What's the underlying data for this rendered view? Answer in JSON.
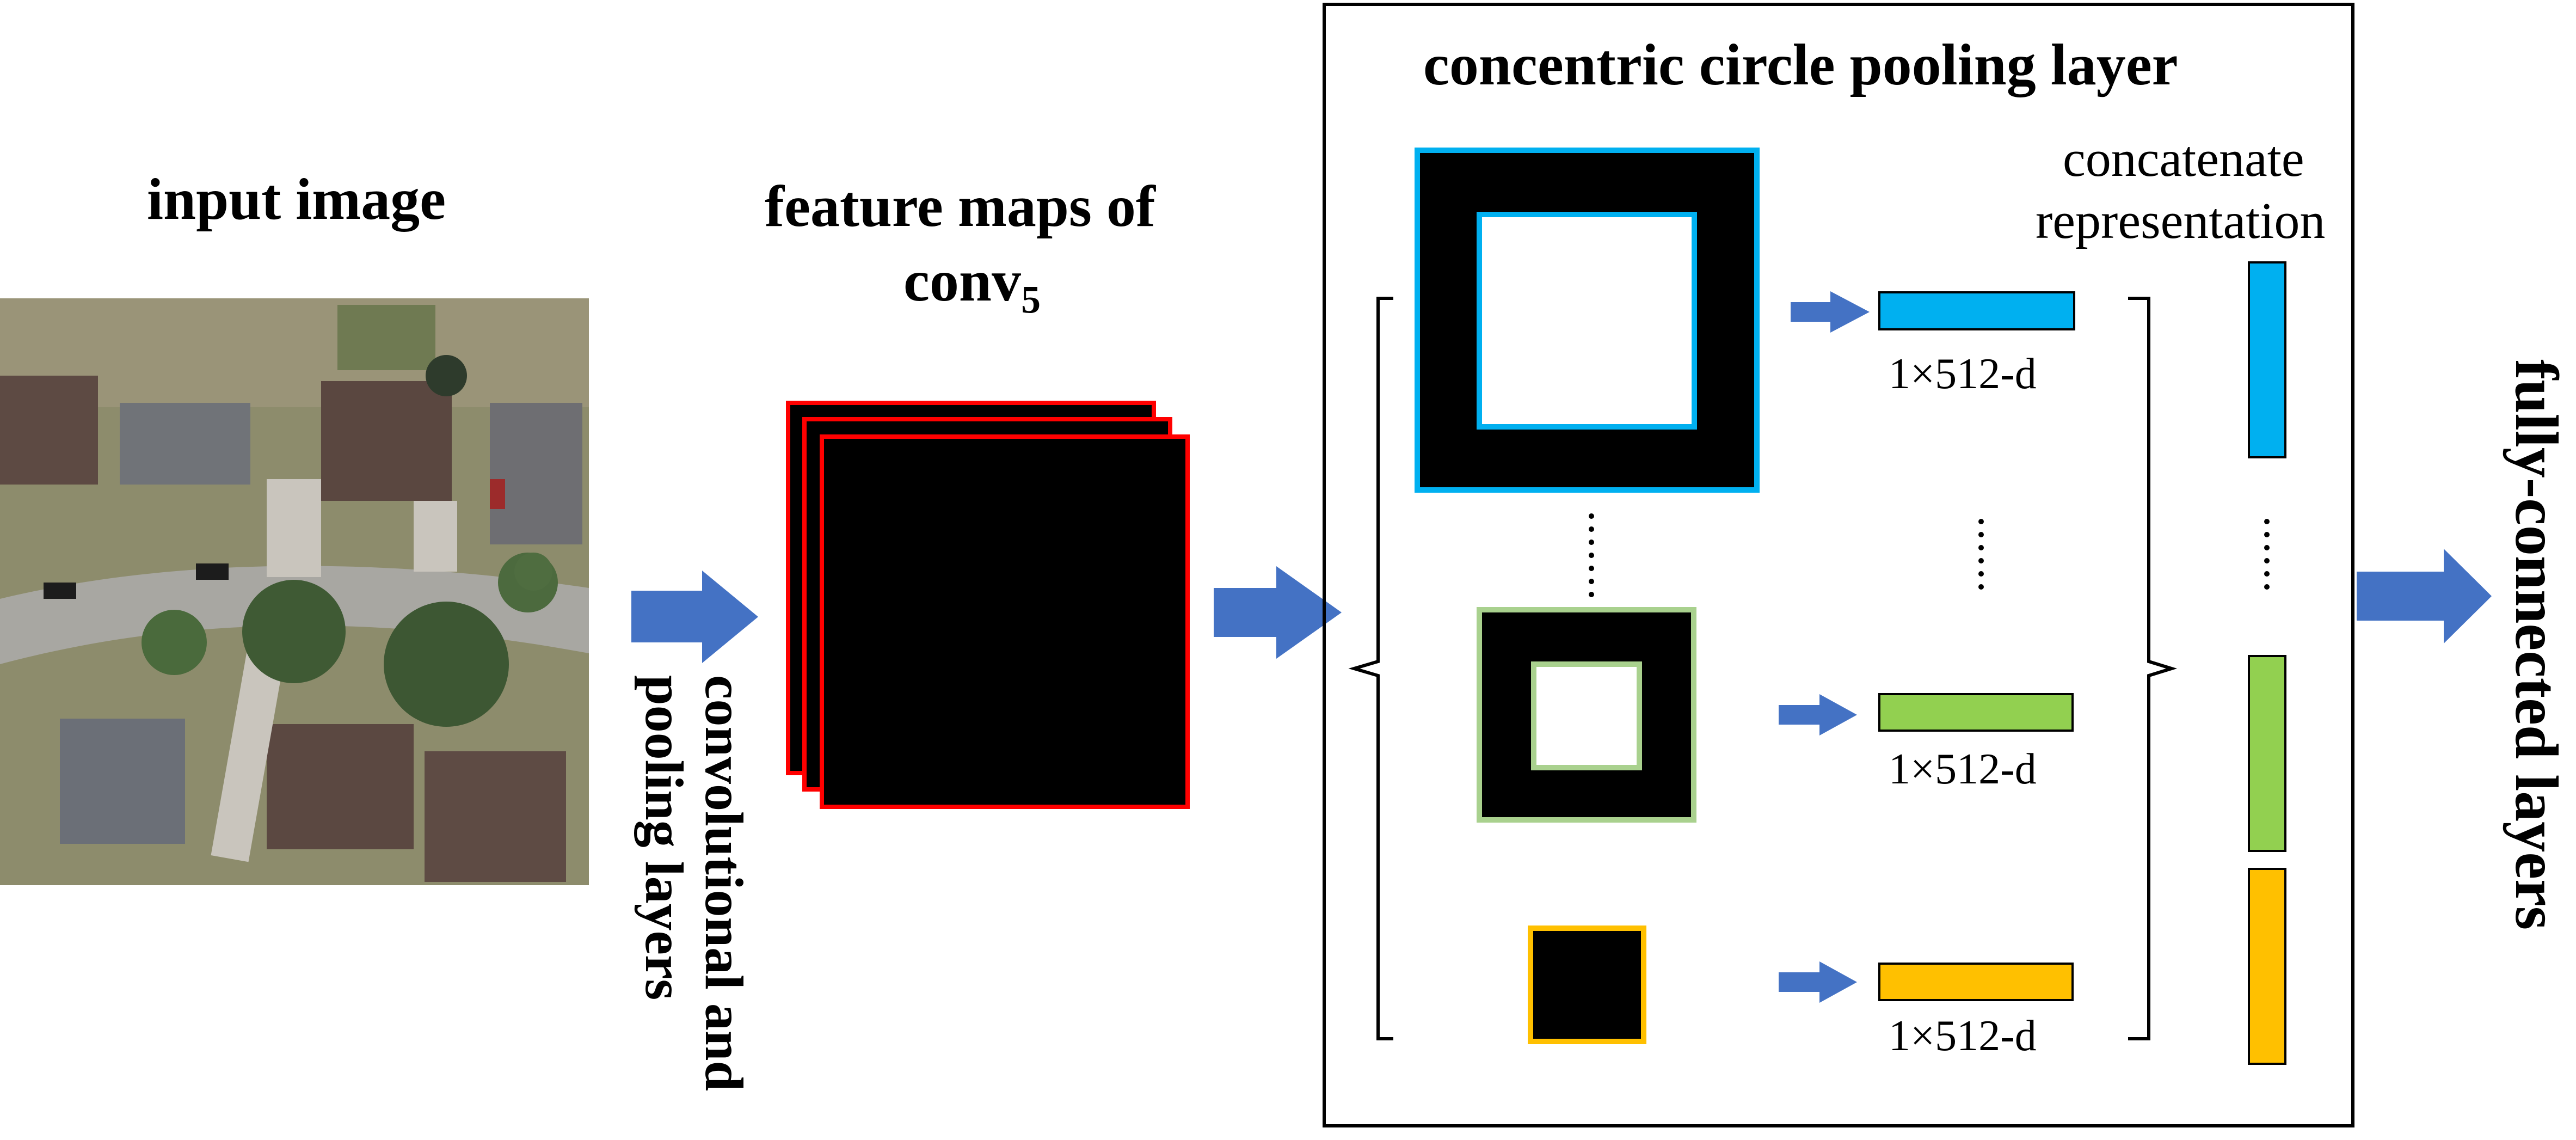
{
  "input": {
    "title": "input image"
  },
  "features": {
    "title_line1": "feature maps of",
    "title_line2_main": "conv",
    "title_line2_sub": "5"
  },
  "arrow_label": {
    "line1": "convolutional and",
    "line2": "pooling layers"
  },
  "pooling": {
    "title": "concentric circle pooling layer",
    "dim_label": "1×512-d",
    "concat_line1": "concatenate",
    "concat_line2": "representation"
  },
  "output": {
    "label": "fully-connected layers"
  },
  "colors": {
    "arrow": "#4472C4",
    "feature_border": "#FF0000",
    "blue": "#00B0F0",
    "green": "#92D050",
    "gold": "#FFC000",
    "green_border": "#A9D18E",
    "fill": "#000000"
  },
  "icons": {
    "input_picture": "aerial-photo-of-houses-and-street"
  }
}
